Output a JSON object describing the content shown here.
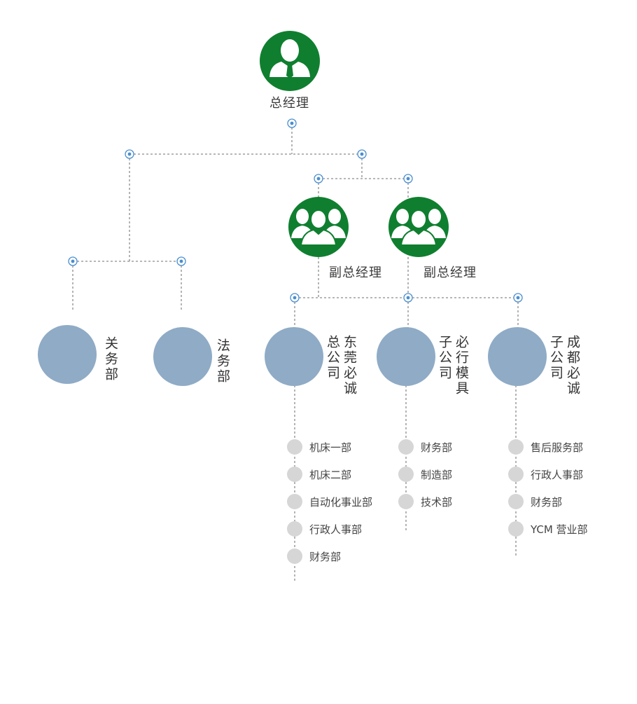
{
  "colors": {
    "green": "#0f7f2f",
    "node_blue": "#8fabc6",
    "connector": "#4a8ed0",
    "line": "#8c8c8c",
    "item_dot": "#d6d6d6"
  },
  "root": {
    "label": "总经理",
    "icon": "single-person-icon"
  },
  "vps": [
    {
      "label": "副总经理",
      "icon": "group-people-icon"
    },
    {
      "label": "副总经理",
      "icon": "group-people-icon"
    }
  ],
  "departments": [
    {
      "label": "关务部"
    },
    {
      "label": "法务部"
    }
  ],
  "companies": [
    {
      "label": "东莞必诚总公司",
      "items": [
        "机床一部",
        "机床二部",
        "自动化事业部",
        "行政人事部",
        "财务部"
      ]
    },
    {
      "label": "必行模具子公司",
      "items": [
        "财务部",
        "制造部",
        "技术部"
      ]
    },
    {
      "label": "成都必诚子公司",
      "items": [
        "售后服务部",
        "行政人事部",
        "财务部",
        "YCM 营业部"
      ]
    }
  ]
}
